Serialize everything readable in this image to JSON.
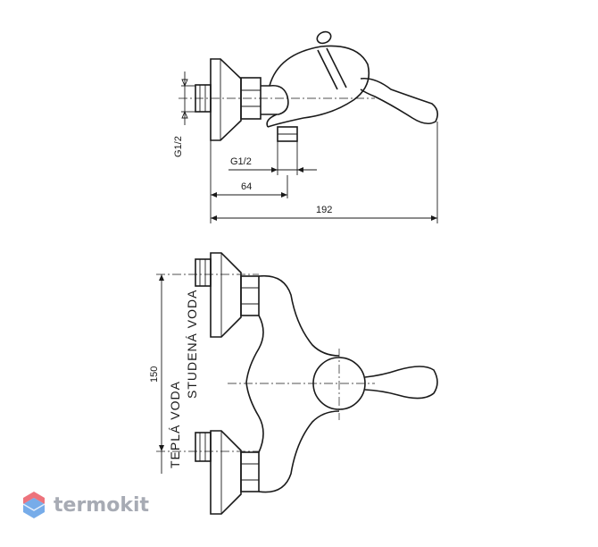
{
  "top_view": {
    "dim_g12_vertical": "G1/2",
    "dim_g12_horizontal": "G1/2",
    "dim_64": "64",
    "dim_192": "192"
  },
  "front_view": {
    "dim_150": "150",
    "label_studena": "STUDENÁ VODA",
    "label_tepla": "TEPLÁ VODA"
  },
  "watermark": {
    "text": "termokit"
  },
  "colors": {
    "line": "#1a1a1a",
    "logo_gray": "#8a8f9c",
    "logo_red": "#e8505b",
    "logo_blue": "#4a90e2"
  }
}
